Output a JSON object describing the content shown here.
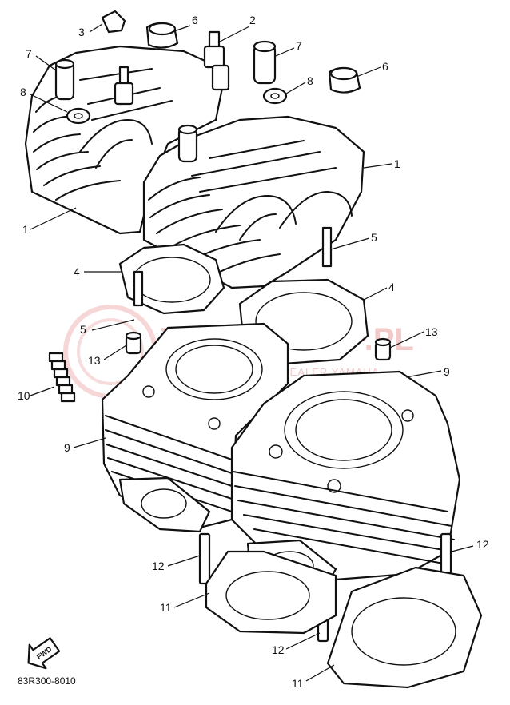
{
  "callouts": [
    {
      "id": "c3",
      "text": "3"
    },
    {
      "id": "c6a",
      "text": "6"
    },
    {
      "id": "c2",
      "text": "2"
    },
    {
      "id": "c7a",
      "text": "7"
    },
    {
      "id": "c7b",
      "text": "7"
    },
    {
      "id": "c8a",
      "text": "8"
    },
    {
      "id": "c8b",
      "text": "8"
    },
    {
      "id": "c6b",
      "text": "6"
    },
    {
      "id": "c1a",
      "text": "1"
    },
    {
      "id": "c1b",
      "text": "1"
    },
    {
      "id": "c5a",
      "text": "5"
    },
    {
      "id": "c4a",
      "text": "4"
    },
    {
      "id": "c4b",
      "text": "4"
    },
    {
      "id": "c5b",
      "text": "5"
    },
    {
      "id": "c13a",
      "text": "13"
    },
    {
      "id": "c13b",
      "text": "13"
    },
    {
      "id": "c9a",
      "text": "9"
    },
    {
      "id": "c10",
      "text": "10"
    },
    {
      "id": "c9b",
      "text": "9"
    },
    {
      "id": "c12a",
      "text": "12"
    },
    {
      "id": "c12b",
      "text": "12"
    },
    {
      "id": "c11a",
      "text": "11"
    },
    {
      "id": "c12c",
      "text": "12"
    },
    {
      "id": "c11b",
      "text": "11"
    }
  ],
  "diagram_code": "83R300-8010",
  "fwd_label": "FWD",
  "watermark": {
    "main": "YAMA-SKLEP.PL",
    "sub": "WOJCIECHOWSKI DEALER YAMAHA"
  }
}
